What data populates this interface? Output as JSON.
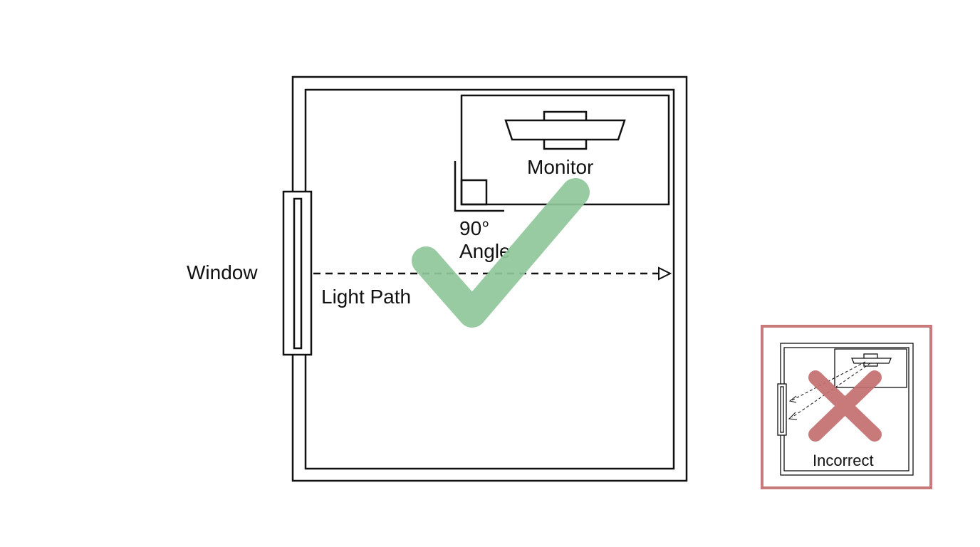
{
  "labels": {
    "window": "Window",
    "light_path": "Light Path",
    "monitor": "Monitor",
    "angle_line1": "90°",
    "angle_line2": "Angle",
    "incorrect": "Incorrect"
  },
  "icons": {
    "correct": "check-mark-icon",
    "incorrect": "cross-mark-icon"
  },
  "colors": {
    "line": "#111111",
    "check": "#8fc79a",
    "cross": "#c46f6f",
    "incorrect_frame": "#c97a7a",
    "background": "#ffffff"
  }
}
